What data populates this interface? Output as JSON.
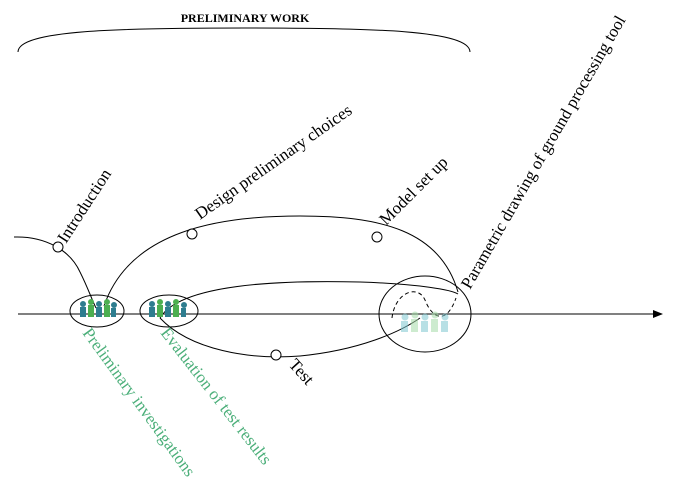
{
  "header": {
    "title": "PRELIMINARY WORK"
  },
  "milestones": [
    {
      "id": "introduction",
      "label": "Introduction"
    },
    {
      "id": "design",
      "label": "Design preliminary choices"
    },
    {
      "id": "model",
      "label": "Model set up"
    },
    {
      "id": "parametric",
      "label": "Parametric drawing of ground processing tool"
    },
    {
      "id": "test",
      "label": "Test"
    }
  ],
  "phases": [
    {
      "id": "preliminary-investigations",
      "label": "Preliminary investigations"
    },
    {
      "id": "evaluation",
      "label": "Evaluation of test results"
    }
  ],
  "colors": {
    "line": "#000000",
    "phase_label": "#4caf7a",
    "people_icon_a": "#2e7d8f",
    "people_icon_b": "#4caf50",
    "people_icon_faded": "#a8dde0"
  }
}
